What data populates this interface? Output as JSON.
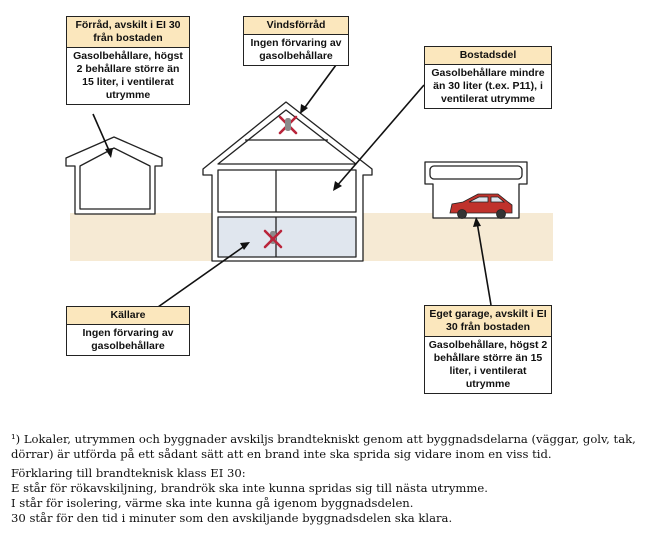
{
  "boxes": {
    "forrad": {
      "header": "Förråd, avskilt i EI 30 från bostaden",
      "body": "Gasolbehållare, högst 2 behållare större än 15 liter, i ventilerat utrymme"
    },
    "vindsforrad": {
      "header": "Vindsförråd",
      "body": "Ingen förvaring av gasolbehållare"
    },
    "bostadsdel": {
      "header": "Bostadsdel",
      "body": "Gasolbehållare mindre än 30 liter (t.ex. P11), i ventilerat utrymme"
    },
    "kallare": {
      "header": "Källare",
      "body": "Ingen förvaring av gasolbehållare"
    },
    "garage": {
      "header": "Eget garage, avskilt i EI 30 från bostaden",
      "body": "Gasolbehållare, högst 2 behållare större än 15 liter, i ventilerat utrymme"
    }
  },
  "footnotes": {
    "note1": "¹) Lokaler, utrymmen och byggnader avskiljs brandtekniskt genom att byggnadsdelarna (väggar, golv, tak, dörrar) är utförda på ett sådant sätt att en brand inte ska sprida sig vidare inom en viss tid.",
    "explain_title": "Förklaring till brandteknisk klass EI 30:",
    "line_e": "E står för rökavskiljning, brandrök ska inte kunna spridas sig till nästa utrymme.",
    "line_i": "I står för isolering, värme ska inte kunna gå igenom byggnadsdelen.",
    "line_30": "30 står för den tid i minuter som den avskiljande byggnadsdelen ska klara."
  },
  "colors": {
    "header_bg": "#fbe7bd",
    "ground": "#f6ead4",
    "cellar_fill": "#e0e6ee",
    "car": "#c0322c",
    "cross": "#b9243a"
  }
}
